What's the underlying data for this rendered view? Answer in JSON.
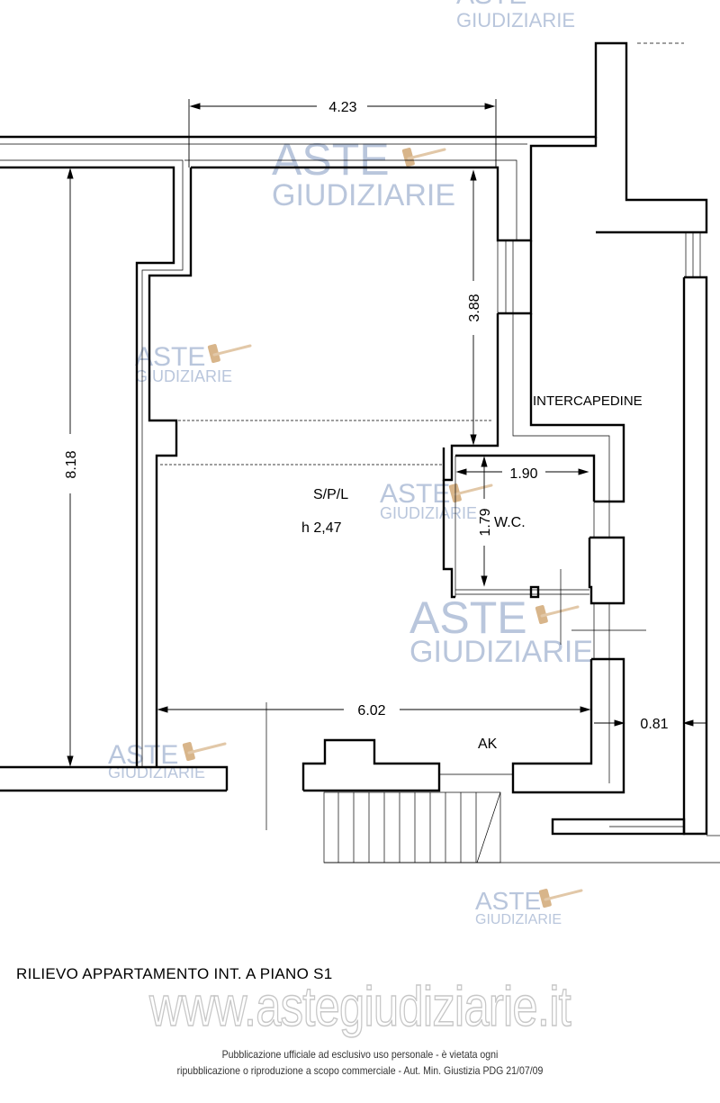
{
  "watermark": {
    "line1": "ASTE",
    "line2": "GIUDIZIARIE"
  },
  "dimensions": {
    "top_width": "4.23",
    "left_height": "8.18",
    "inner_height": "3.88",
    "wc_width": "1.90",
    "wc_height": "1.79",
    "bottom_width": "6.02",
    "right_width": "0.81"
  },
  "rooms": {
    "main_label": "S/P/L",
    "main_height": "h 2,47",
    "wc": "W.C.",
    "intercapedine": "INTERCAPEDINE",
    "ak": "AK"
  },
  "caption": "RILIEVO  APPARTAMENTO INT. A PIANO  S1",
  "site_watermark": "www.astegiudiziarie.it",
  "notice": {
    "line1": "Pubblicazione ufficiale ad esclusivo uso personale - è vietata ogni",
    "line2": "ripubblicazione o riproduzione a scopo commerciale - Aut. Min. Giustizia PDG 21/07/09"
  }
}
